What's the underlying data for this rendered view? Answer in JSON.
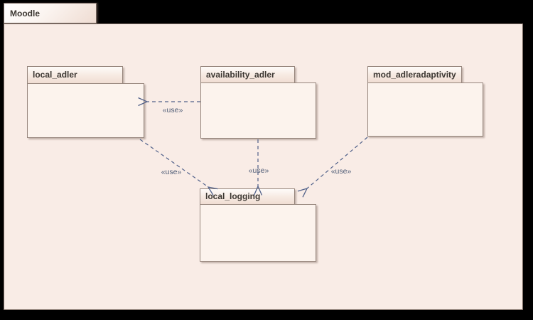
{
  "diagram": {
    "type": "uml-package-diagram",
    "frame": {
      "label": "Moodle"
    },
    "packages": [
      {
        "id": "local_adler",
        "label": "local_adler"
      },
      {
        "id": "availability_adler",
        "label": "availability_adler"
      },
      {
        "id": "mod_adleradaptivity",
        "label": "mod_adleradaptivity"
      },
      {
        "id": "local_logging",
        "label": "local_logging"
      }
    ],
    "edges": [
      {
        "from": "availability_adler",
        "to": "local_adler",
        "type": "dependency",
        "label": "«use»"
      },
      {
        "from": "local_adler",
        "to": "local_logging",
        "type": "dependency",
        "label": "«use»"
      },
      {
        "from": "availability_adler",
        "to": "local_logging",
        "type": "dependency",
        "label": "«use»"
      },
      {
        "from": "mod_adleradaptivity",
        "to": "local_logging",
        "type": "dependency",
        "label": "«use»"
      }
    ],
    "colors": {
      "canvas_background": "#000000",
      "frame_fill": "#F9ECE6",
      "package_fill": "#FCF3ED",
      "package_tab_gradient_top": "#FEFBF9",
      "package_tab_gradient_bottom": "#F0DDD3",
      "border": "#97867D",
      "edge": "#51618A",
      "edge_label_text": "#4C5A75",
      "title_text": "#3C3732"
    }
  }
}
